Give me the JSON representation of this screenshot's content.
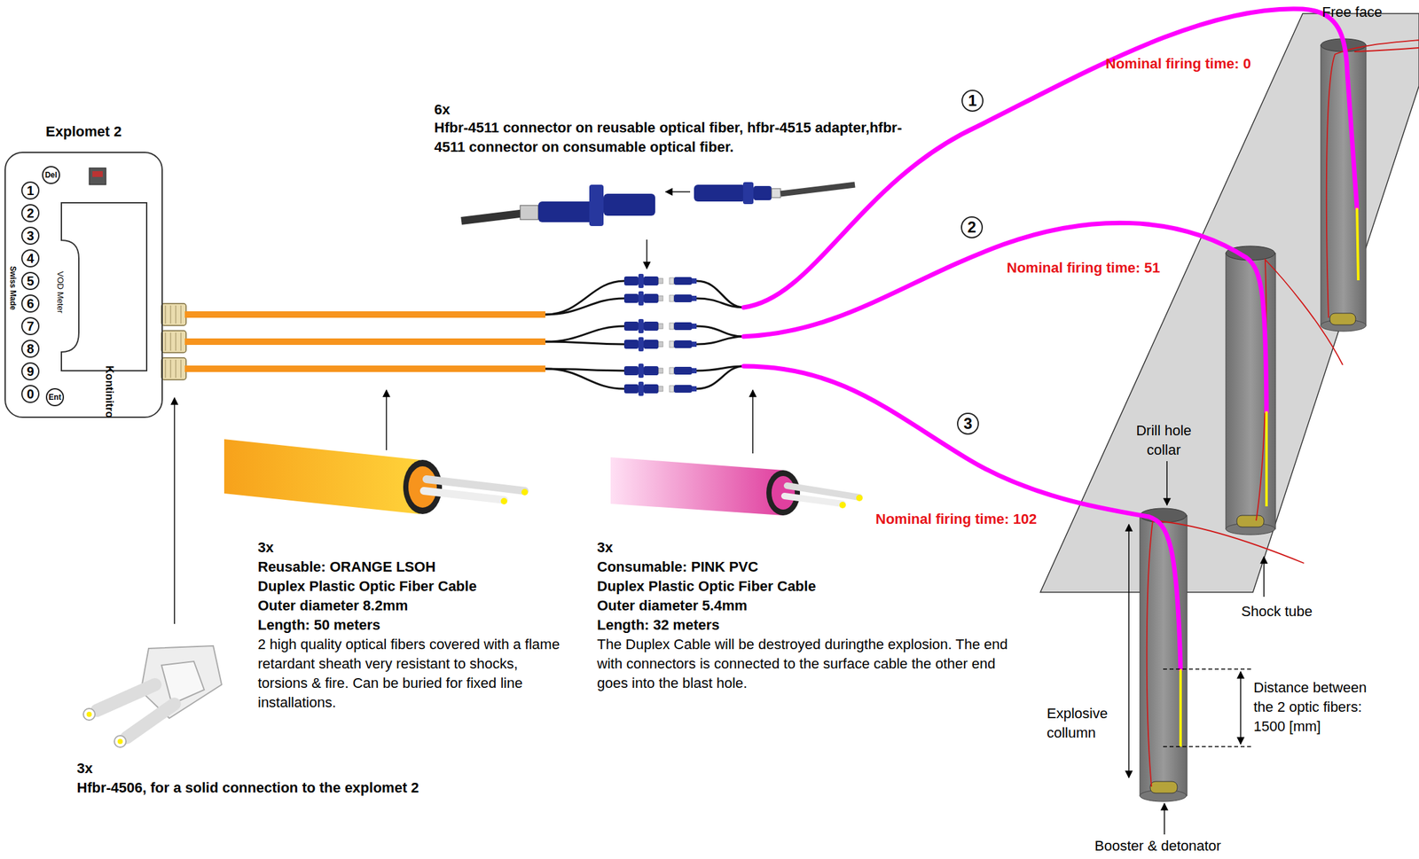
{
  "diagram": {
    "nodes": [
      {
        "text": [
          "Explomet 2"
        ]
      },
      {
        "text": [
          "Del"
        ],
        "in": 0
      },
      {
        "text": [
          "1"
        ],
        "in": 0
      },
      {
        "text": [
          "2"
        ],
        "in": 0
      },
      {
        "text": [
          "3"
        ],
        "in": 0
      },
      {
        "text": [
          "4"
        ],
        "in": 0
      },
      {
        "text": [
          "5"
        ],
        "in": 0
      },
      {
        "text": [
          "6"
        ],
        "in": 0
      },
      {
        "text": [
          "7"
        ],
        "in": 0
      },
      {
        "text": [
          "8"
        ],
        "in": 0
      },
      {
        "text": [
          "9"
        ],
        "in": 0
      },
      {
        "text": [
          "0"
        ],
        "in": 0
      },
      {
        "text": [
          "Ent"
        ],
        "in": 0
      },
      {
        "text": [
          "1"
        ]
      },
      {
        "text": [
          "2"
        ]
      },
      {
        "text": [
          "3"
        ]
      }
    ],
    "labels": [
      "VOD Meter",
      "Swiss Made",
      "Kontinitro",
      "6x",
      "Hfbr-4511 connector on reusable optical fiber, hfbr-4515 adapter,hfbr-4511 connector on consumable optical fiber.",
      "Nominal firing time: 0",
      "Free face",
      "Nominal firing time: 51",
      "Drill hole collar",
      "Nominal firing time: 102",
      "Shock tube",
      "Distance between the 2 optic fibers: 1500 [mm]",
      "Explosive collumn",
      "Booster & detonator",
      "3x",
      "Reusable: ORANGE LSOH",
      "Duplex Plastic Optic Fiber Cable",
      "Outer diameter 8.2mm",
      "Length: 50 meters",
      "2 high quality optical fibers covered with a flame retardant sheath very resistant to shocks, torsions & fire. Can be buried for fixed line installations.",
      "3x",
      "Consumable: PINK PVC",
      "Duplex Plastic Optic Fiber Cable",
      "Outer diameter 5.4mm",
      "Length: 32 meters",
      "The Duplex Cable will be destroyed duringthe explosion. The end with connectors is connected to the surface cable the other end goes into the blast hole.",
      "3x",
      "Hfbr-4506, for a solid connection to the explomet 2"
    ]
  }
}
